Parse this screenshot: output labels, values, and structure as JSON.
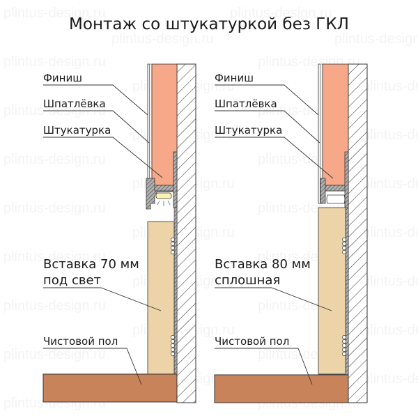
{
  "title": "Монтаж со штукатуркой без ГКЛ",
  "watermark": "plintus-design.ru",
  "colors": {
    "plaster": "#f7a888",
    "insert": "#ecd3a8",
    "floor": "#c8835a",
    "profile": "#9a9a9a",
    "led": "#fbf2b0",
    "outline": "#333333"
  },
  "left": {
    "labels": {
      "finish": "Финиш",
      "putty": "Шпатлёвка",
      "plaster": "Штукатурка",
      "insert_line1": "Вставка 70 мм",
      "insert_line2": "под свет",
      "floor": "Чистовой пол"
    }
  },
  "right": {
    "labels": {
      "finish": "Финиш",
      "putty": "Шпатлёвка",
      "plaster": "Штукатурка",
      "insert_line1": "Вставка 80 мм",
      "insert_line2": "сплошная",
      "floor": "Чистовой пол"
    }
  }
}
